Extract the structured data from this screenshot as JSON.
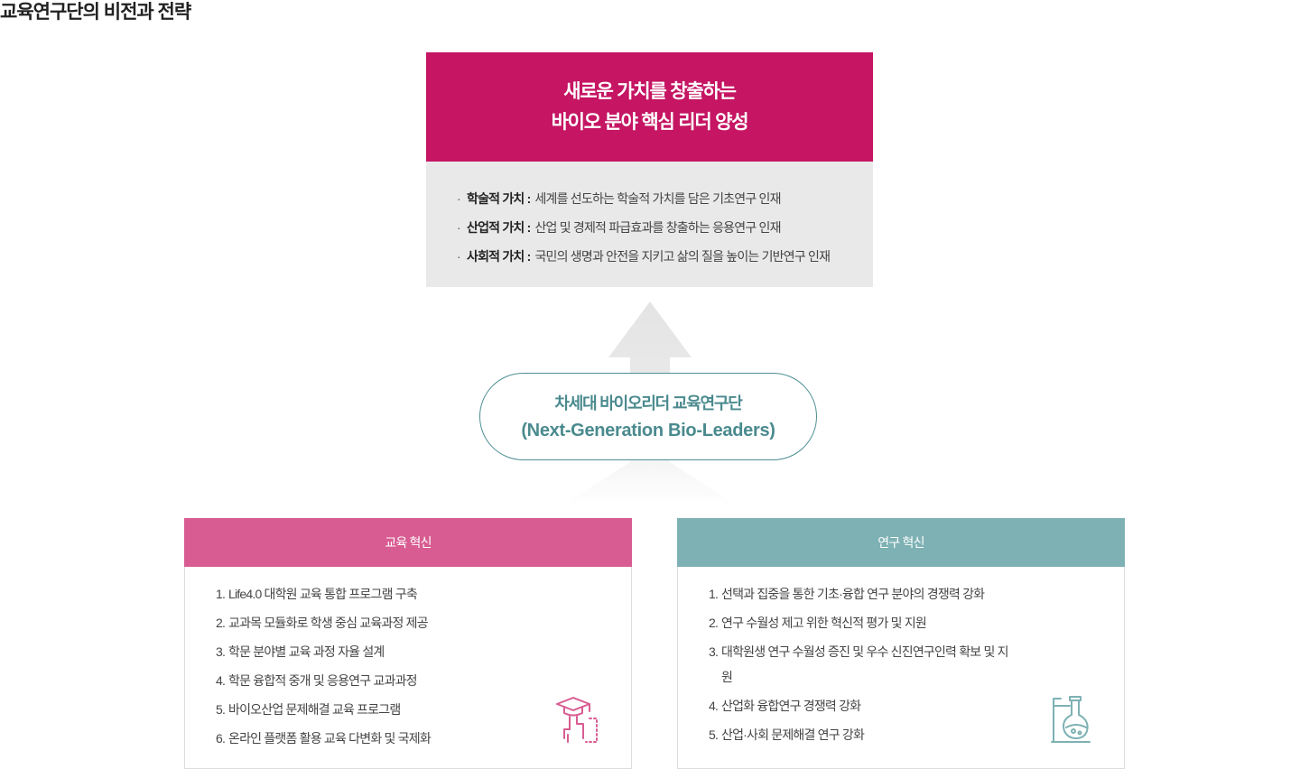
{
  "page_title": "교육연구단의 비전과 전략",
  "vision": {
    "line1": "새로운 가치를 창출하는",
    "line2": "바이오 분야 핵심 리더 양성",
    "values": [
      {
        "bullet": "·",
        "label": "학술적 가치 :",
        "text": "세계를 선도하는 학술적 가치를 담은 기초연구 인재"
      },
      {
        "bullet": "·",
        "label": "산업적 가치 :",
        "text": "산업 및 경제적 파급효과를 창출하는 응용연구 인재"
      },
      {
        "bullet": "·",
        "label": "사회적 가치 :",
        "text": "국민의 생명과 안전을 지키고 삶의 질을 높이는 기반연구 인재"
      }
    ]
  },
  "center": {
    "name_ko": "차세대 바이오리더 교육연구단",
    "name_en": "(Next-Generation Bio-Leaders)"
  },
  "education": {
    "title": "교육 혁신",
    "icon": "graduation-cap-icon",
    "items": [
      {
        "num": "1.",
        "text": "Life4.0 대학원 교육 통합 프로그램 구축"
      },
      {
        "num": "2.",
        "text": "교과목 모듈화로 학생 중심 교육과정 제공"
      },
      {
        "num": "3.",
        "text": "학문 분야별 교육 과정 자율 설계"
      },
      {
        "num": "4.",
        "text": "학문 융합적 중개 및 응용연구 교과과정"
      },
      {
        "num": "5.",
        "text": "바이오산업 문제해결 교육 프로그램"
      },
      {
        "num": "6.",
        "text": "온라인 플랫폼 활용 교육 다변화 및 국제화"
      }
    ]
  },
  "research": {
    "title": "연구 혁신",
    "icon": "flask-icon",
    "items": [
      {
        "num": "1.",
        "text": "선택과 집중을 통한 기초·융합 연구 분야의 경쟁력 강화"
      },
      {
        "num": "2.",
        "text": "연구 수월성 제고 위한 혁신적 평가 및 지원"
      },
      {
        "num": "3.",
        "text": "대학원생 연구 수월성 증진 및 우수 신진연구인력 확보 및 지원"
      },
      {
        "num": "4.",
        "text": "산업화 융합연구 경쟁력 강화"
      },
      {
        "num": "5.",
        "text": "산업·사회 문제해결 연구 강화"
      }
    ]
  },
  "colors": {
    "vision_head": "#c51563",
    "vision_body": "#e9e9e9",
    "education_head": "#d85c91",
    "research_head": "#7eb1b4",
    "center_text": "#4a8a8e"
  }
}
